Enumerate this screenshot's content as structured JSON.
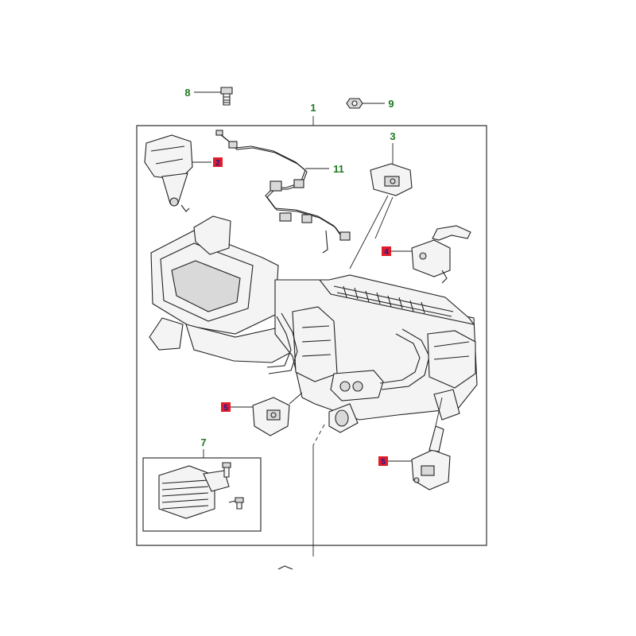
{
  "diagram": {
    "callouts": [
      {
        "id": "c1",
        "label": "1",
        "style": "green"
      },
      {
        "id": "c2",
        "label": "2",
        "style": "boxed"
      },
      {
        "id": "c3",
        "label": "3",
        "style": "green"
      },
      {
        "id": "c4",
        "label": "4",
        "style": "boxed"
      },
      {
        "id": "c5a",
        "label": "5",
        "style": "boxed"
      },
      {
        "id": "c5b",
        "label": "5",
        "style": "boxed"
      },
      {
        "id": "c7",
        "label": "7",
        "style": "green"
      },
      {
        "id": "c8",
        "label": "8",
        "style": "green"
      },
      {
        "id": "c9",
        "label": "9",
        "style": "green"
      },
      {
        "id": "c11",
        "label": "11",
        "style": "green"
      }
    ],
    "colors": {
      "callout_green": "#1e7a1e",
      "callout_box_fill": "#e11d2a",
      "callout_box_text": "#1a1a9a",
      "line": "#222222",
      "part_fill": "#f4f4f4"
    }
  }
}
